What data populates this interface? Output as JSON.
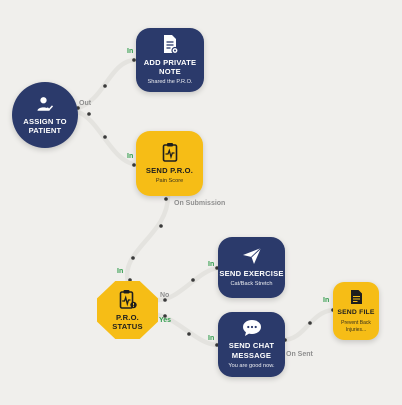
{
  "nodes": {
    "assign": {
      "title": [
        "ASSIGN TO",
        "PATIENT"
      ],
      "icon": "user-check-icon"
    },
    "note": {
      "title": [
        "ADD PRIVATE",
        "NOTE"
      ],
      "subtitle": "Shared the P.R.O.",
      "icon": "document-gear-icon"
    },
    "pro": {
      "title": [
        "SEND P.R.O."
      ],
      "subtitle": "Pain Score",
      "icon": "clipboard-pulse-icon"
    },
    "status": {
      "title": [
        "P.R.O.",
        "STATUS"
      ],
      "icon": "clipboard-alert-icon"
    },
    "exercise": {
      "title": [
        "SEND EXERCISE"
      ],
      "subtitle": "Cat/Back Stretch",
      "icon": "paper-plane-icon"
    },
    "chat": {
      "title": [
        "SEND CHAT",
        "MESSAGE"
      ],
      "subtitle": "You are good now.",
      "icon": "chat-bubble-icon"
    },
    "file": {
      "title": [
        "SEND FILE"
      ],
      "subtitle": [
        "Prevent Back",
        "Injuries..."
      ],
      "icon": "file-icon"
    }
  },
  "labels": {
    "out": "Out",
    "in_note": "In",
    "in_pro": "In",
    "on_submission": "On Submission",
    "in_status": "In",
    "in_exercise": "In",
    "no": "No",
    "yes": "Yes",
    "in_chat": "In",
    "on_sent": "On Sent",
    "in_file": "In"
  },
  "colors": {
    "navy": "#2b3a6b",
    "gold": "#f6bd16",
    "connector": "#e4e3df",
    "dot": "#3a3a3a",
    "in_label": "#2e9b4a",
    "muted_label": "#8f8f8f"
  }
}
